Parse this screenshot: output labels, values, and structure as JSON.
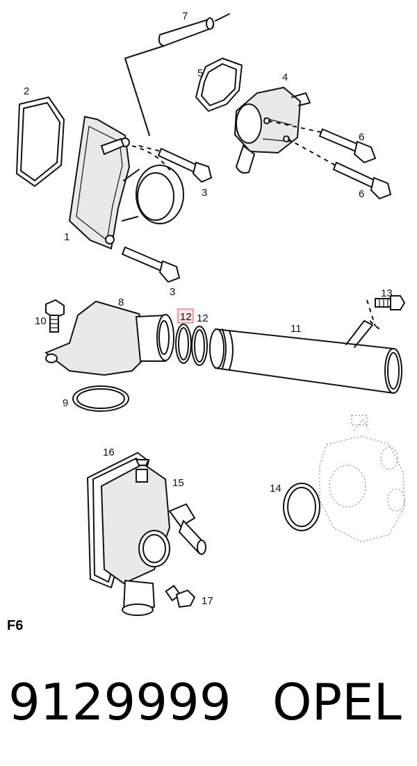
{
  "labels": {
    "l1": "1",
    "l2": "2",
    "l3a": "3",
    "l3b": "3",
    "l4": "4",
    "l5": "5",
    "l6a": "6",
    "l6b": "6",
    "l7": "7",
    "l8": "8",
    "l9": "9",
    "l10": "10",
    "l11": "11",
    "l12a": "12",
    "l12b": "12",
    "l13": "13",
    "l14": "14",
    "l15": "15",
    "l16": "16",
    "l17": "17"
  },
  "section_code": "F6",
  "part_number": "9129999",
  "brand": "OPEL",
  "highlight_color": "#d96a6a"
}
